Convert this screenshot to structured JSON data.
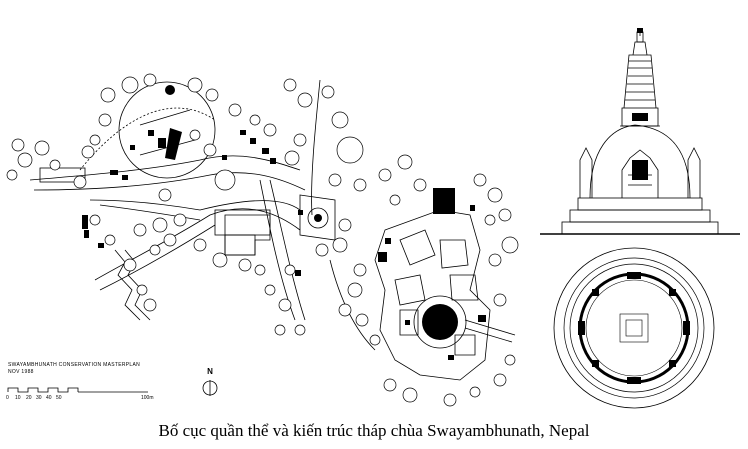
{
  "masterplan": {
    "title": "SWAYAMBHUNATH CONSERVATION MASTERPLAN",
    "date": "NOV 1988",
    "scale_labels": [
      "0",
      "10",
      "20",
      "30",
      "40",
      "50",
      "100m"
    ],
    "north_label": "N"
  },
  "caption": "Bố cục quần thể và kiến trúc tháp chùa Swayambhunath, Nepal"
}
